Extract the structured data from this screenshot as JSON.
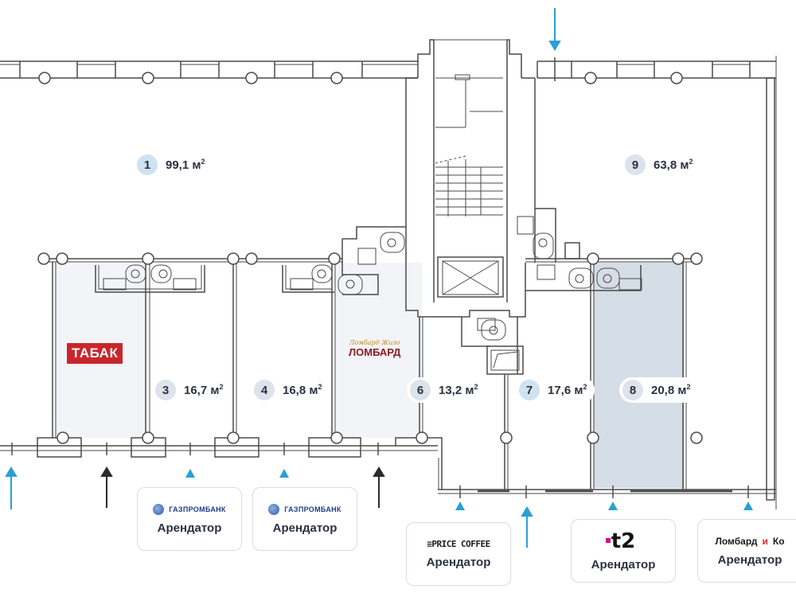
{
  "units": [
    {
      "number": "1",
      "area": "99,1 м",
      "sup": "2",
      "style": "blue"
    },
    {
      "number": "9",
      "area": "63,8 м",
      "sup": "2",
      "style": "grey"
    },
    {
      "number": "3",
      "area": "16,7 м",
      "sup": "2",
      "style": "grey"
    },
    {
      "number": "4",
      "area": "16,8 м",
      "sup": "2",
      "style": "grey"
    },
    {
      "number": "6",
      "area": "13,2 м",
      "sup": "2",
      "style": "grey"
    },
    {
      "number": "7",
      "area": "17,6 м",
      "sup": "2",
      "style": "blue"
    },
    {
      "number": "8",
      "area": "20,8 м",
      "sup": "2",
      "style": "grey"
    }
  ],
  "signs": {
    "tabak": "ТАБАК",
    "lombard_script": "Ломбард Жизо",
    "lombard_main": "ЛОМБАРД"
  },
  "tenants": [
    {
      "logo": "ГАЗПРОМБАНК",
      "role": "Арендатор"
    },
    {
      "logo": "ГАЗПРОМБАНК",
      "role": "Арендатор"
    },
    {
      "logo": "≡PRICE COFFEE",
      "role": "Арендатор"
    },
    {
      "logo": "t2",
      "role": "Арендатор"
    },
    {
      "logo_main": "Ломбард",
      "logo_accent": "и",
      "logo_tail": "Ко",
      "role": "Арендатор"
    }
  ],
  "colors": {
    "wall": "#4a4a4a",
    "entrance_blue": "#2a9fd6",
    "entrance_black": "#2b2b2b",
    "highlight_fill": "#d5dde6",
    "unit_fill": "#f3f4f7"
  },
  "legend_icons": [
    "entrance-arrow-blue",
    "entrance-arrow-black",
    "tenant-entrance-triangle"
  ]
}
